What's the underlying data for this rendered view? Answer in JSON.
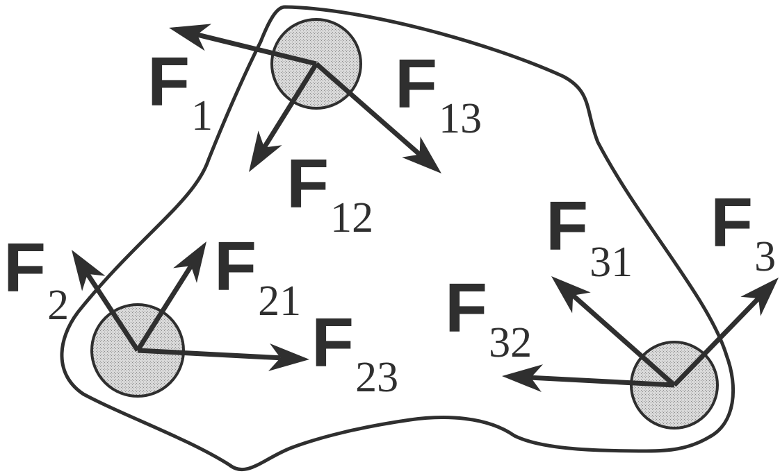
{
  "colors": {
    "ink": "#2f2f2f",
    "particle_fill": "#c8c8c8",
    "background": "#ffffff"
  },
  "labels": {
    "F1": {
      "main": "F",
      "sub": "1"
    },
    "F13": {
      "main": "F",
      "sub": "13"
    },
    "F12": {
      "main": "F",
      "sub": "12"
    },
    "F2": {
      "main": "F",
      "sub": "2"
    },
    "F21": {
      "main": "F",
      "sub": "21"
    },
    "F23": {
      "main": "F",
      "sub": "23"
    },
    "F31": {
      "main": "F",
      "sub": "31"
    },
    "F3": {
      "main": "F",
      "sub": "3"
    },
    "F32": {
      "main": "F",
      "sub": "32"
    }
  }
}
